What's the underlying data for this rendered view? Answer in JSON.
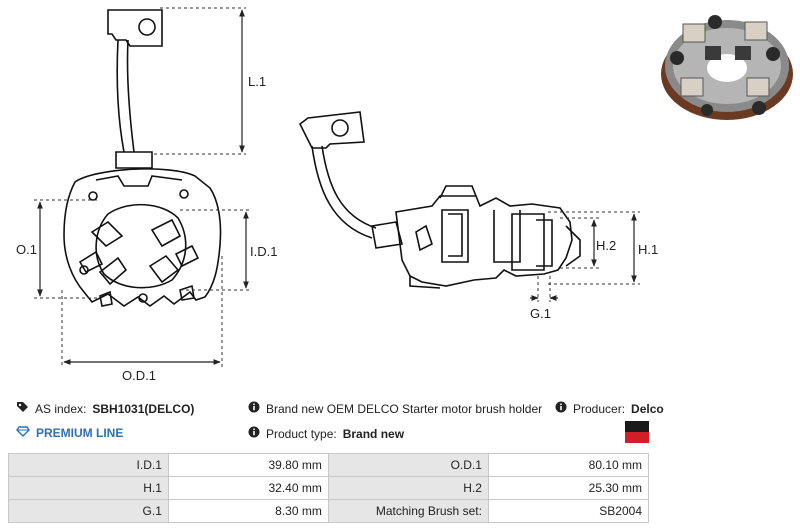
{
  "dimensions": {
    "l1": "L.1",
    "o1": "O.1",
    "id1": "I.D.1",
    "od1": "O.D.1",
    "h1": "H.1",
    "h2": "H.2",
    "g1": "G.1"
  },
  "info": {
    "as_index_label": "AS index:",
    "as_index_value": "SBH1031(DELCO)",
    "premium": "PREMIUM LINE",
    "description": "Brand new OEM DELCO Starter motor brush holder",
    "product_type_label": "Product type:",
    "product_type_value": "Brand new",
    "producer_label": "Producer:",
    "producer_value": "Delco"
  },
  "specs": [
    [
      {
        "k": "I.D.1",
        "v": "39.80 mm"
      },
      {
        "k": "O.D.1",
        "v": "80.10 mm"
      }
    ],
    [
      {
        "k": "H.1",
        "v": "32.40 mm"
      },
      {
        "k": "H.2",
        "v": "25.30 mm"
      }
    ],
    [
      {
        "k": "G.1",
        "v": "8.30 mm"
      },
      {
        "k": "Matching Brush set:",
        "v": "SB2004"
      }
    ]
  ],
  "colors": {
    "premium": "#2f6fb3",
    "flag_top": "#1a1a1a",
    "flag_bottom": "#d21f27"
  },
  "icons": [
    "tag-icon",
    "info-icon",
    "diamond-icon"
  ]
}
